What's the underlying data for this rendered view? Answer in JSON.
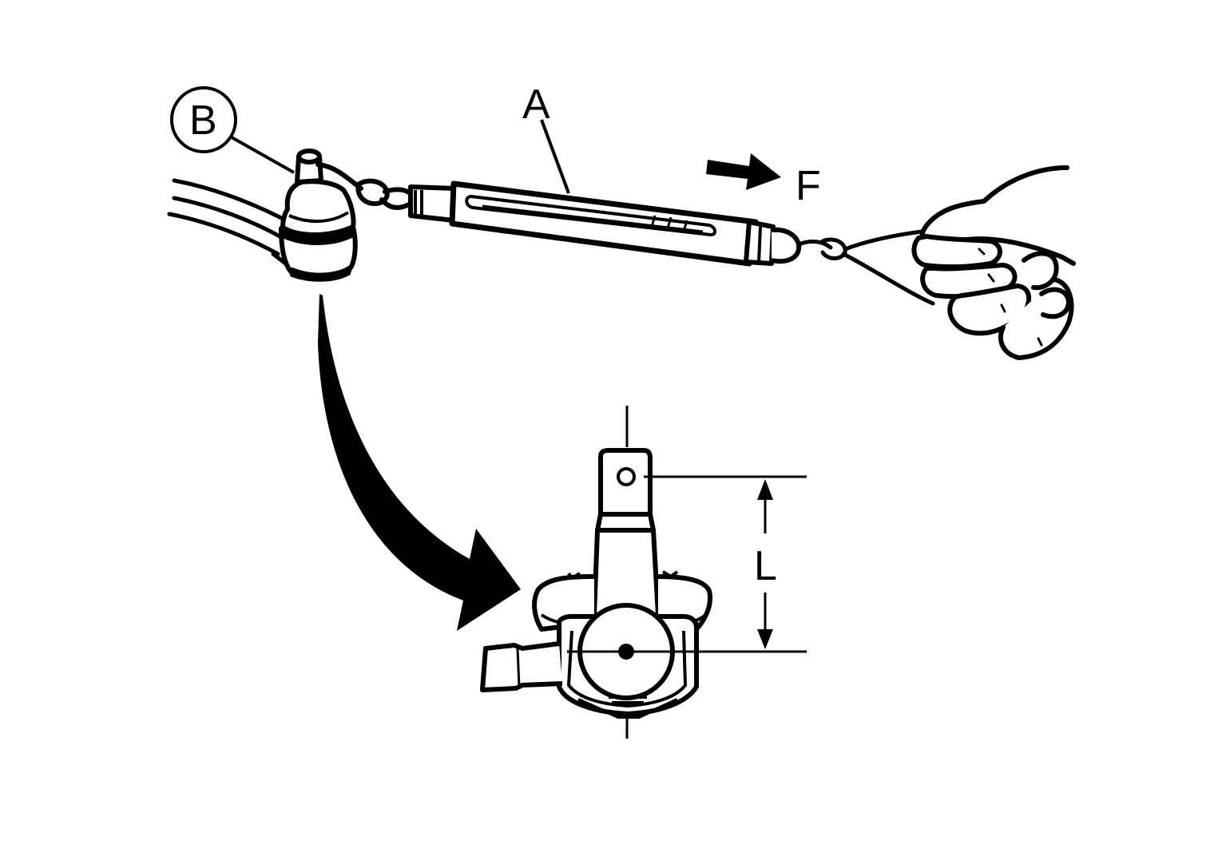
{
  "labels": {
    "a": "A",
    "b": "B",
    "f": "F",
    "l": "L"
  },
  "colors": {
    "ink": "#000000",
    "paper": "#ffffff"
  }
}
